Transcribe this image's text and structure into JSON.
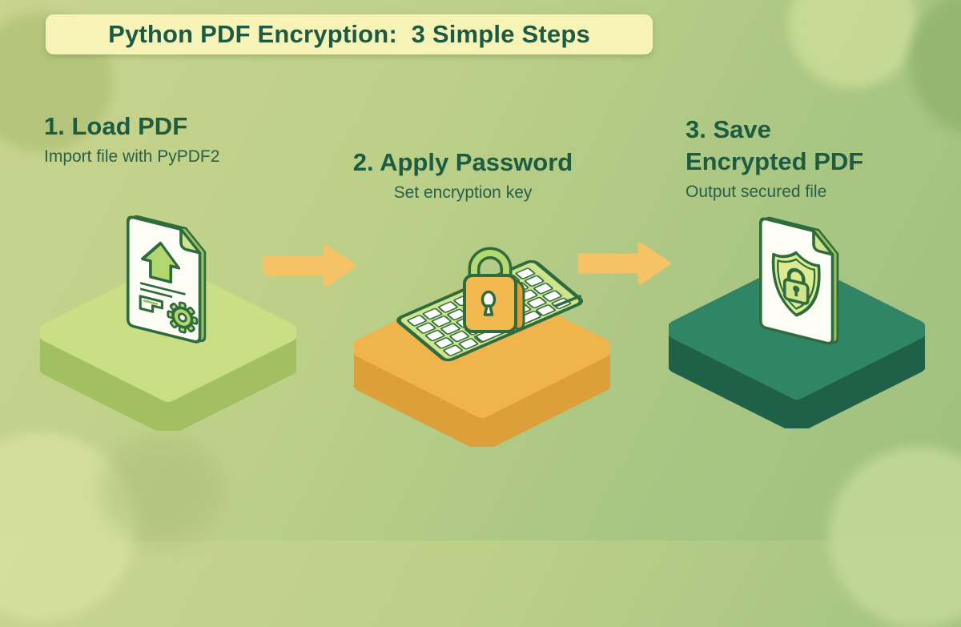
{
  "title": "Python PDF Encryption:  3 Simple Steps",
  "steps": [
    {
      "heading_lines": [
        "1. Load PDF"
      ],
      "subtitle": "Import file with PyPDF2",
      "icon": "pdf-upload-document",
      "platform_color": "#cade85"
    },
    {
      "heading_lines": [
        "2. Apply Password"
      ],
      "subtitle": "Set encryption key",
      "icon": "keyboard-with-padlock",
      "platform_color": "#f0b44c"
    },
    {
      "heading_lines": [
        "3. Save",
        "Encrypted PDF"
      ],
      "subtitle": "Output secured file",
      "icon": "document-with-shield-lock",
      "platform_color": "#2f8566"
    }
  ],
  "icons": {
    "connector": "right-arrow",
    "step1": "pdf-upload-document-icon",
    "step2": "keyboard-padlock-icon",
    "step3": "shield-lock-document-icon"
  },
  "colors": {
    "heading_text": "#1d5c41",
    "subtitle_text": "#27604a",
    "banner_bg": "#f7f2b5",
    "arrow": "#f5c365",
    "platform1_top": "#cade85",
    "platform1_side": "#a2c061",
    "platform2_top": "#f0b44c",
    "platform2_side": "#dd9f3a",
    "platform3_top": "#2f8566",
    "platform3_side": "#1f6049",
    "icon_outline": "#2e6b3e",
    "icon_light_green": "#b4d66e",
    "background_top_left": "#c9d48e",
    "background_bottom_right": "#9fc080"
  }
}
